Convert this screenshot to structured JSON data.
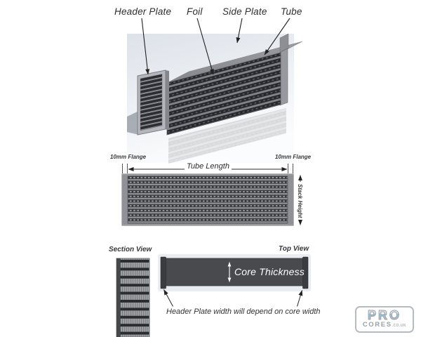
{
  "annotations": {
    "part_labels": [
      {
        "text": "Header Plate"
      },
      {
        "text": "Foil"
      },
      {
        "text": "Side Plate"
      },
      {
        "text": "Tube"
      }
    ]
  },
  "front_view": {
    "flange_left": "10mm Flange",
    "flange_right": "10mm Flange",
    "tube_length_label": "Tube Length",
    "stack_height_label": "Stack Height"
  },
  "section_view": {
    "title": "Section View"
  },
  "top_view": {
    "title": "Top View",
    "core_thickness_label": "Core Thickness",
    "caption": "Header Plate width will depend on core width"
  },
  "logo": {
    "line1": "PRO",
    "line2": "CORES",
    "line2_suffix": ".CO.UK"
  },
  "colors": {
    "label_text": "#2d2d2f",
    "core_dark": "#38393d",
    "core_light": "#8e9094",
    "top_view_bar": "#494a4e",
    "logo_blue": "#8ec7e6",
    "background": "#ffffff"
  }
}
